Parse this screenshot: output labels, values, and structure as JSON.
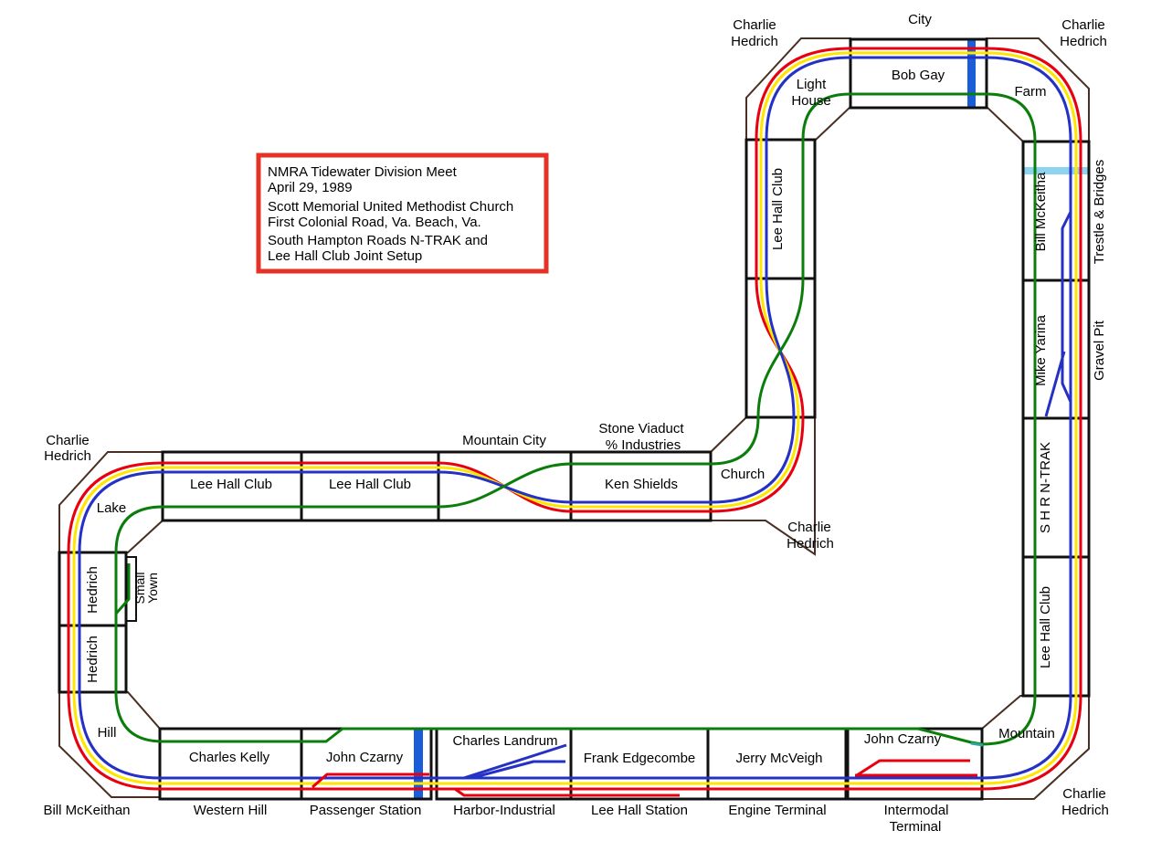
{
  "colors": {
    "red": "#e8000f",
    "yellow": "#ffe600",
    "blue": "#2431c4",
    "green": "#0a7d0a",
    "river": "#1b5cd8",
    "shallow_water": "#8ed4f0",
    "teal": "#2aa79b",
    "box_border": "#e63226",
    "outline": "#4a2e24",
    "border": "#101010"
  },
  "info_box": {
    "line1": "NMRA Tidewater Division Meet",
    "line2": "April 29, 1989",
    "line3": "Scott Memorial United Methodist Church",
    "line4": "First Colonial Road, Va. Beach, Va.",
    "line5": "South Hampton Roads N-TRAK  and",
    "line6": "Lee Hall Club  Joint Setup"
  },
  "names": {
    "charlie_hedrich": {
      "first": "Charlie",
      "last": "Hedrich"
    },
    "bill_mckeithan": "Bill McKeithan"
  },
  "modules": {
    "bob_gay": "Bob Gay",
    "lee_hall_club": "Lee Hall Club",
    "bill_mckeitha": "Bill McKeitha",
    "mike_yarina": "Mike Yarina",
    "shr_ntrak": "S H R  N-TRAK",
    "ken_shields": "Ken Shields",
    "hedrich": "Hedrich",
    "charles_kelly": "Charles Kelly",
    "john_czarny": "John Czarny",
    "charles_landrum": "Charles Landrum",
    "frank_edgecombe": "Frank Edgecombe",
    "jerry_mcveigh": "Jerry McVeigh"
  },
  "scenes": {
    "city": "City",
    "light": "Light",
    "house": "House",
    "farm": "Farm",
    "trestle_bridges": "Trestle & Bridges",
    "gravel_pit": "Gravel Pit",
    "lake": "Lake",
    "small": "Small",
    "town": "Yown",
    "hill": "Hill",
    "church": "Church",
    "mountain": "Mountain",
    "mountain_city": "Mountain City",
    "stone_viaduct": "Stone Viaduct",
    "industries": "%  Industries",
    "western_hill": "Western Hill",
    "passenger_station": "Passenger Station",
    "harbor_industrial": "Harbor-Industrial",
    "lee_hall_station": "Lee Hall Station",
    "engine_terminal": "Engine Terminal",
    "intermodal": "Intermodal",
    "terminal": "Terminal"
  }
}
